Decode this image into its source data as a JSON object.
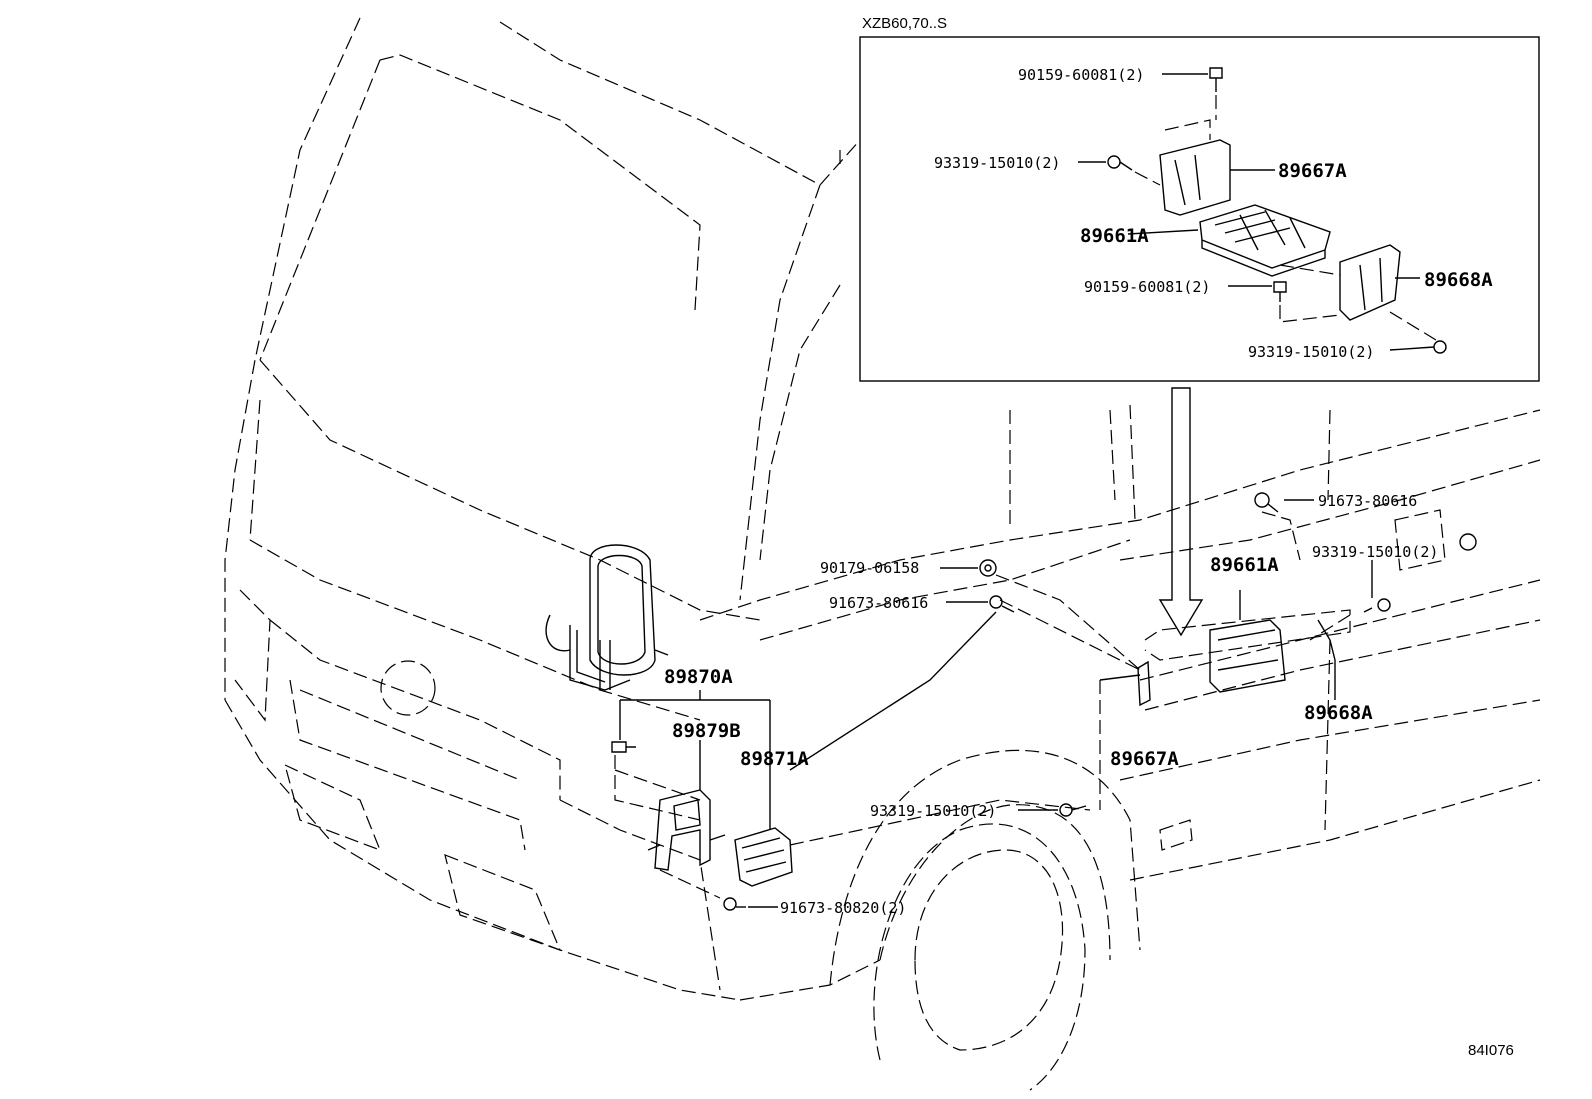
{
  "inset": {
    "variant": "XZB60,70..S",
    "labels": {
      "bolt_top": "90159-60081(2)",
      "screw_left": "93319-15010(2)",
      "bracket_left": "89667A",
      "ecu": "89661A",
      "bolt_mid": "90159-60081(2)",
      "bracket_right": "89668A",
      "screw_bottom": "93319-15010(2)"
    }
  },
  "main": {
    "labels": {
      "nut_top": "91673-80616",
      "screw_right": "93319-15010(2)",
      "ecu": "89661A",
      "nut_90179": "90179-06158",
      "bolt_91673": "91673-80616",
      "bracket_right": "89668A",
      "bracket_left": "89667A",
      "screw_lower": "93319-15010(2)",
      "assembly": "89870A",
      "bracket_89879": "89879B",
      "unit_89871": "89871A",
      "bolt_lower": "91673-80820(2)"
    }
  },
  "figure_id": "84I076"
}
